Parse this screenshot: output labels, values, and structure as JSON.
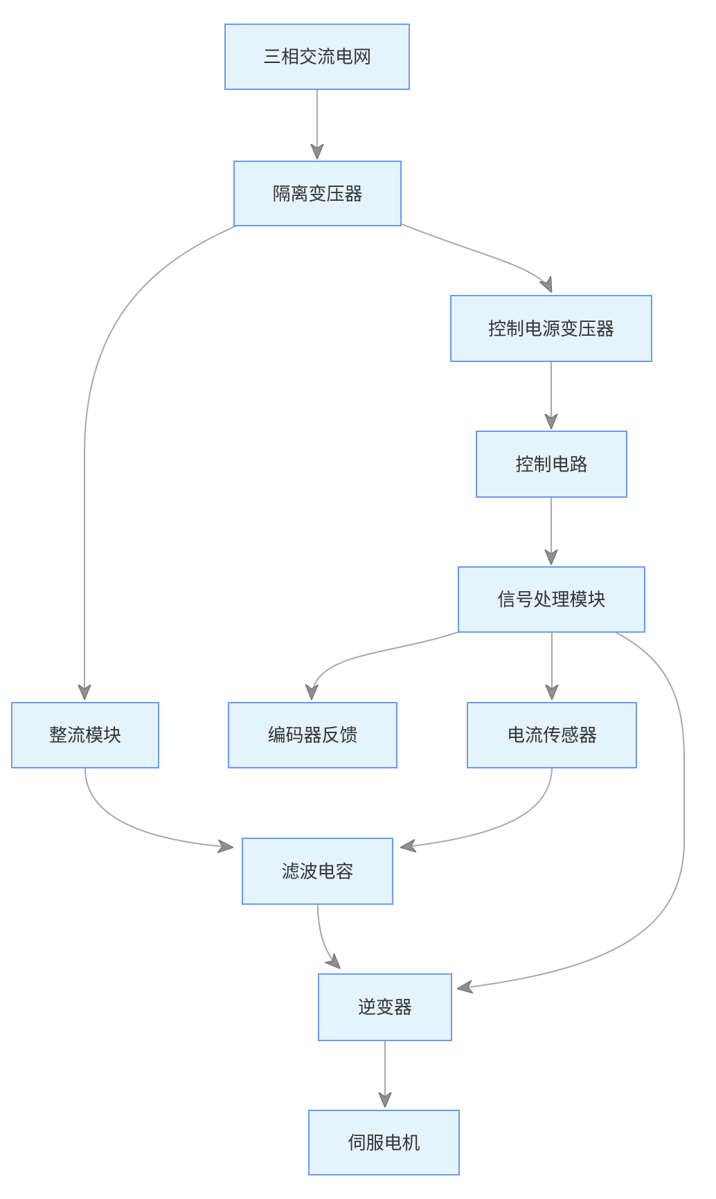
{
  "diagram": {
    "title": "",
    "colors": {
      "page-bg": "#ffffff",
      "node-fill": "#E4F3FC",
      "node-border": "#699BF5",
      "edge-color": "#A8A8A8",
      "arrowhead-fill": "#909090",
      "arrowhead-stroke": "#777777",
      "text-color": "#333333"
    },
    "nodes": [
      {
        "id": "three-phase-ac-grid",
        "label": "三相交流电网"
      },
      {
        "id": "isolation-transformer",
        "label": "隔离变压器"
      },
      {
        "id": "control-power-transformer",
        "label": "控制电源变压器"
      },
      {
        "id": "control-circuit",
        "label": "控制电路"
      },
      {
        "id": "signal-processing-module",
        "label": "信号处理模块"
      },
      {
        "id": "rectifier-module",
        "label": "整流模块"
      },
      {
        "id": "encoder-feedback",
        "label": "编码器反馈"
      },
      {
        "id": "current-sensor",
        "label": "电流传感器"
      },
      {
        "id": "filter-capacitor",
        "label": "滤波电容"
      },
      {
        "id": "inverter",
        "label": "逆变器"
      },
      {
        "id": "servo-motor",
        "label": "伺服电机"
      }
    ],
    "edges": [
      {
        "from": "three-phase-ac-grid",
        "to": "isolation-transformer"
      },
      {
        "from": "isolation-transformer",
        "to": "rectifier-module"
      },
      {
        "from": "isolation-transformer",
        "to": "control-power-transformer"
      },
      {
        "from": "control-power-transformer",
        "to": "control-circuit"
      },
      {
        "from": "control-circuit",
        "to": "signal-processing-module"
      },
      {
        "from": "signal-processing-module",
        "to": "encoder-feedback"
      },
      {
        "from": "signal-processing-module",
        "to": "current-sensor"
      },
      {
        "from": "signal-processing-module",
        "to": "inverter"
      },
      {
        "from": "rectifier-module",
        "to": "filter-capacitor"
      },
      {
        "from": "current-sensor",
        "to": "filter-capacitor"
      },
      {
        "from": "filter-capacitor",
        "to": "inverter"
      },
      {
        "from": "inverter",
        "to": "servo-motor"
      }
    ]
  }
}
